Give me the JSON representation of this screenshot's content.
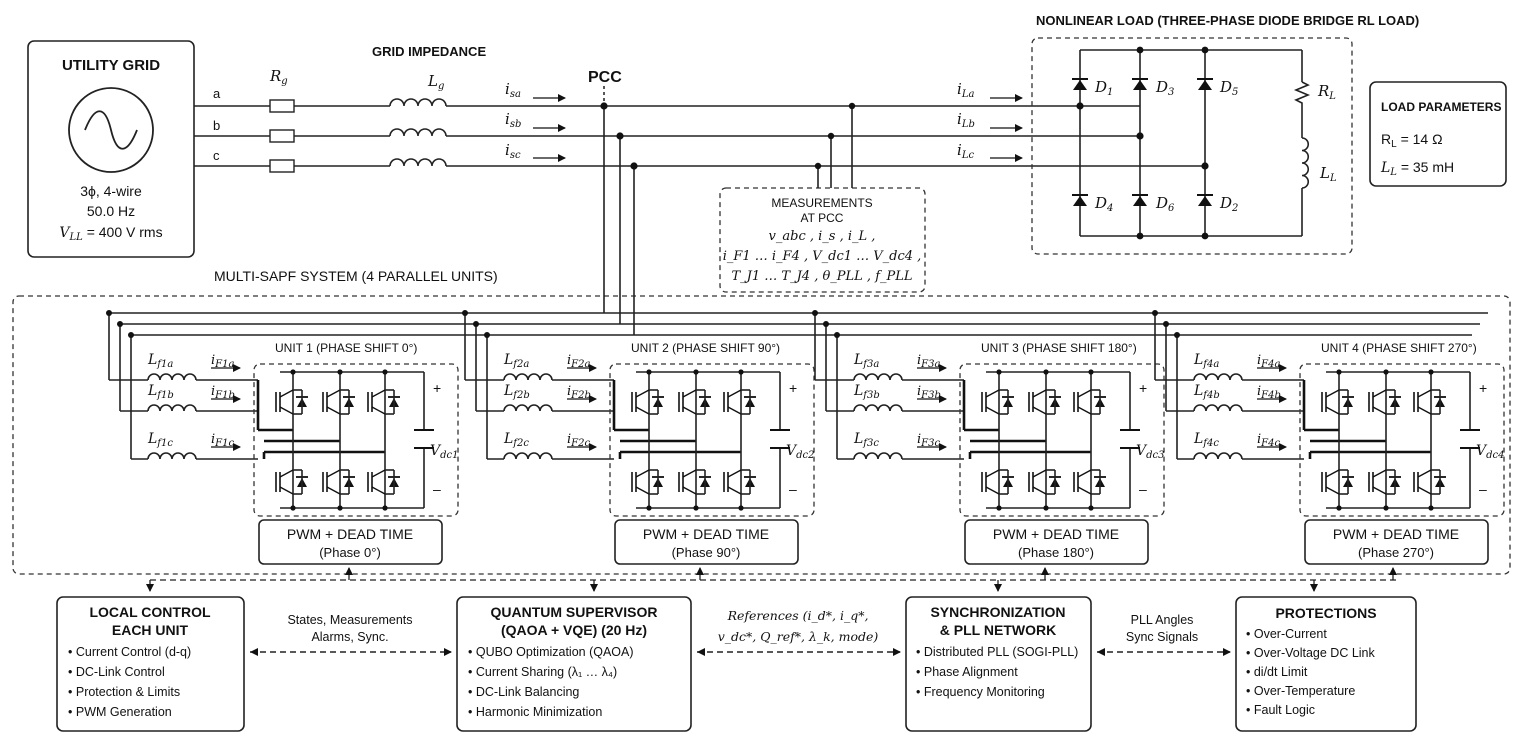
{
  "grid": {
    "title": "UTILITY GRID",
    "spec1": "3ϕ, 4-wire",
    "spec2": "50.0 Hz",
    "spec3_var": "V",
    "spec3_sub": "LL",
    "spec3_val": " = 400 V rms",
    "phases": [
      "a",
      "b",
      "c"
    ]
  },
  "impedance": {
    "title": "GRID IMPEDANCE",
    "r": "R",
    "r_sub": "g",
    "l": "L",
    "l_sub": "g"
  },
  "pcc": "PCC",
  "source_currents": [
    {
      "v": "i",
      "s": "sa"
    },
    {
      "v": "i",
      "s": "sb"
    },
    {
      "v": "i",
      "s": "sc"
    }
  ],
  "load_currents": [
    {
      "v": "i",
      "s": "La"
    },
    {
      "v": "i",
      "s": "Lb"
    },
    {
      "v": "i",
      "s": "Lc"
    }
  ],
  "load": {
    "title": "NONLINEAR LOAD  (THREE-PHASE DIODE BRIDGE RL LOAD)",
    "diodes": [
      {
        "v": "D",
        "s": "1"
      },
      {
        "v": "D",
        "s": "3"
      },
      {
        "v": "D",
        "s": "5"
      },
      {
        "v": "D",
        "s": "4"
      },
      {
        "v": "D",
        "s": "6"
      },
      {
        "v": "D",
        "s": "2"
      }
    ],
    "rl": {
      "v": "R",
      "s": "L"
    },
    "ll": {
      "v": "L",
      "s": "L"
    }
  },
  "load_params": {
    "title": "LOAD PARAMETERS",
    "r_var": "R",
    "r_sub": "L",
    "r_val": " = 14 Ω",
    "l_var": "L",
    "l_sub": "L",
    "l_val": " = 35 mH"
  },
  "measurements": {
    "title1": "MEASUREMENTS",
    "title2": "AT PCC",
    "line1": "v_abc , i_s , i_L ,",
    "line2": "i_F1 … i_F4 , V_dc1 … V_dc4 ,",
    "line3": "T_J1 … T_J4 , θ_PLL , f_PLL"
  },
  "system_title": "MULTI-SAPF SYSTEM (4 PARALLEL UNITS)",
  "units": [
    {
      "title": "UNIT 1 (PHASE SHIFT 0°)",
      "n": "1",
      "lf": [
        "f1a",
        "f1b",
        "f1c"
      ],
      "if": [
        "F1a",
        "F1b",
        "F1c"
      ],
      "vdc": "dc1",
      "pwm1": "PWM + DEAD TIME",
      "pwm2": "(Phase 0°)"
    },
    {
      "title": "UNIT 2 (PHASE SHIFT 90°)",
      "n": "2",
      "lf": [
        "f2a",
        "f2b",
        "f2c"
      ],
      "if": [
        "F2a",
        "F2b",
        "F2c"
      ],
      "vdc": "dc2",
      "pwm1": "PWM + DEAD TIME",
      "pwm2": "(Phase 90°)"
    },
    {
      "title": "UNIT 3 (PHASE SHIFT 180°)",
      "n": "3",
      "lf": [
        "f3a",
        "f3b",
        "f3c"
      ],
      "if": [
        "F3a",
        "F3b",
        "F3c"
      ],
      "vdc": "dc3",
      "pwm1": "PWM + DEAD TIME",
      "pwm2": "(Phase 180°)"
    },
    {
      "title": "UNIT  4 (PHASE SHIFT 270°)",
      "n": "4",
      "lf": [
        "f4a",
        "f4b",
        "f4c"
      ],
      "if": [
        "F4a",
        "F4b",
        "F4c"
      ],
      "vdc": "dc4",
      "pwm1": "PWM + DEAD TIME",
      "pwm2": "(Phase 270°)"
    }
  ],
  "control": {
    "local": {
      "title1": "LOCAL CONTROL",
      "title2": "EACH UNIT",
      "items": [
        "Current Control (d-q)",
        "DC-Link Control",
        "Protection & Limits",
        "PWM Generation"
      ]
    },
    "link1": {
      "line1": "States, Measurements",
      "line2": "Alarms, Sync."
    },
    "quantum": {
      "title1": "QUANTUM SUPERVISOR",
      "title2": "(QAOA + VQE) (20 Hz)",
      "items": [
        "QUBO Optimization (QAOA)",
        "Current Sharing (λ₁ … λ₄)",
        "DC-Link Balancing",
        "Harmonic Minimization"
      ]
    },
    "link2": {
      "line1": "References (i_d*, i_q*,",
      "line2": "v_dc*, Q_ref*, λ_k, mode)"
    },
    "sync": {
      "title1": "SYNCHRONIZATION",
      "title2": "& PLL NETWORK",
      "items": [
        "Distributed PLL (SOGI-PLL)",
        "Phase Alignment",
        "Frequency Monitoring"
      ]
    },
    "link3": {
      "line1": "PLL Angles",
      "line2": "Sync Signals"
    },
    "prot": {
      "title": "PROTECTIONS",
      "items": [
        "Over-Current",
        "Over-Voltage DC Link",
        "di/dt Limit",
        "Over-Temperature",
        "Fault Logic"
      ]
    }
  }
}
